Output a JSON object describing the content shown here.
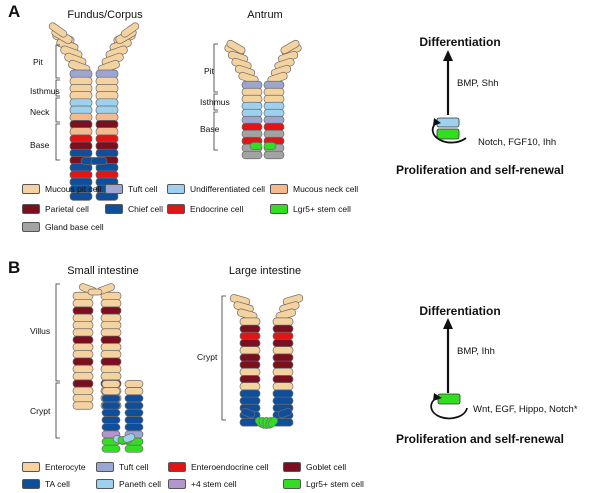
{
  "panel_a": {
    "letter": "A",
    "fundus_title": "Fundus/Corpus",
    "antrum_title": "Antrum",
    "fundus_regions": [
      "Pit",
      "Isthmus",
      "Neck",
      "Base"
    ],
    "antrum_regions": [
      "Pit",
      "Isthmus",
      "Base"
    ],
    "differentiation": "Differentiation",
    "proliferation": "Proliferation and self-renewal",
    "signal_up": "BMP, Shh",
    "signal_loop": "Notch, FGF10, Ihh",
    "legend": [
      {
        "label": "Mucous pit cell",
        "color": "#F5D3A1"
      },
      {
        "label": "Tuft cell",
        "color": "#9BA6D1"
      },
      {
        "label": "Undifferentiated cell",
        "color": "#9ED1EE"
      },
      {
        "label": "Mucous neck cell",
        "color": "#F4B98D"
      },
      {
        "label": "Parietal cell",
        "color": "#7A0F1F"
      },
      {
        "label": "Chief cell",
        "color": "#0E4E9A"
      },
      {
        "label": "Endocrine cell",
        "color": "#E01515"
      },
      {
        "label": "Lgr5+ stem cell",
        "color": "#33DD22"
      },
      {
        "label": "Gland base cell",
        "color": "#A3A3A3"
      }
    ]
  },
  "panel_b": {
    "letter": "B",
    "small_title": "Small intestine",
    "large_title": "Large intestine",
    "small_regions": [
      "Villus",
      "Crypt"
    ],
    "large_regions": [
      "Crypt"
    ],
    "differentiation": "Differentiation",
    "proliferation": "Proliferation and self-renewal",
    "signal_up": "BMP, Ihh",
    "signal_loop": "Wnt, EGF, Hippo, Notch*",
    "legend": [
      {
        "label": "Enterocyte",
        "color": "#F5D3A1"
      },
      {
        "label": "Tuft cell",
        "color": "#9BA6D1"
      },
      {
        "label": "Enteroendocrine cell",
        "color": "#E01515"
      },
      {
        "label": "Goblet cell",
        "color": "#7A0F1F"
      },
      {
        "label": "TA cell",
        "color": "#0E4E9A"
      },
      {
        "label": "Paneth cell",
        "color": "#9ED1EE"
      },
      {
        "label": "+4 stem cell",
        "color": "#B496CC"
      },
      {
        "label": "Lgr5+ stem cell",
        "color": "#33DD22"
      }
    ]
  }
}
